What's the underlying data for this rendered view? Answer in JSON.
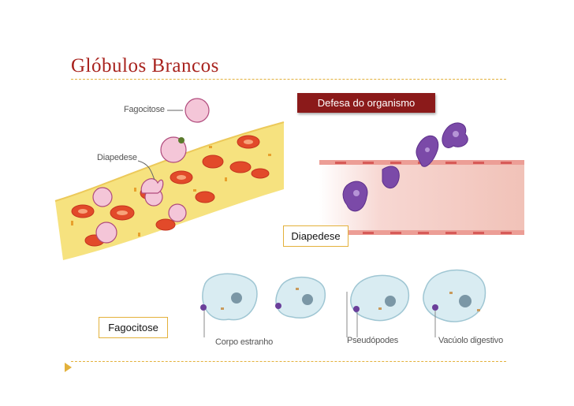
{
  "slide": {
    "title": "Glóbulos Brancos",
    "defense_label": "Defesa do organismo",
    "diapedese_box": "Diapedese",
    "fagocitose_box": "Fagocitose"
  },
  "figure_left": {
    "label_fagocitose": "Fagocitose",
    "label_diapedese": "Diapedese"
  },
  "figure_bottom": {
    "label_corpo": "Corpo estranho",
    "label_pseudopodes": "Pseudópodes",
    "label_vacuolo": "Vacúolo digestivo"
  },
  "colors": {
    "title": "#a8221d",
    "accent_gold": "#e3b13b",
    "defense_bg": "#8b1a1a"
  }
}
